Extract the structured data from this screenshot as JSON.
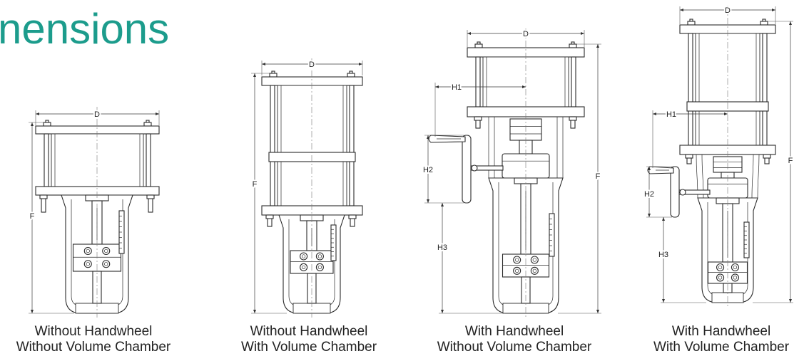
{
  "section": {
    "title": "nensions"
  },
  "dimension_labels": {
    "d": "D",
    "f": "F",
    "h1": "H1",
    "h2": "H2",
    "h3": "H3"
  },
  "configurations": [
    {
      "line1": "Without Handwheel",
      "line2": "Without Volume Chamber"
    },
    {
      "line1": "Without Handwheel",
      "line2": "With Volume Chamber"
    },
    {
      "line1": "With Handwheel",
      "line2": "Without Volume Chamber"
    },
    {
      "line1": "With Handwheel",
      "line2": "With Volume Chamber"
    }
  ],
  "colors": {
    "title": "#1c9c8c",
    "caption": "#222222",
    "line": "#2b2b2b"
  }
}
